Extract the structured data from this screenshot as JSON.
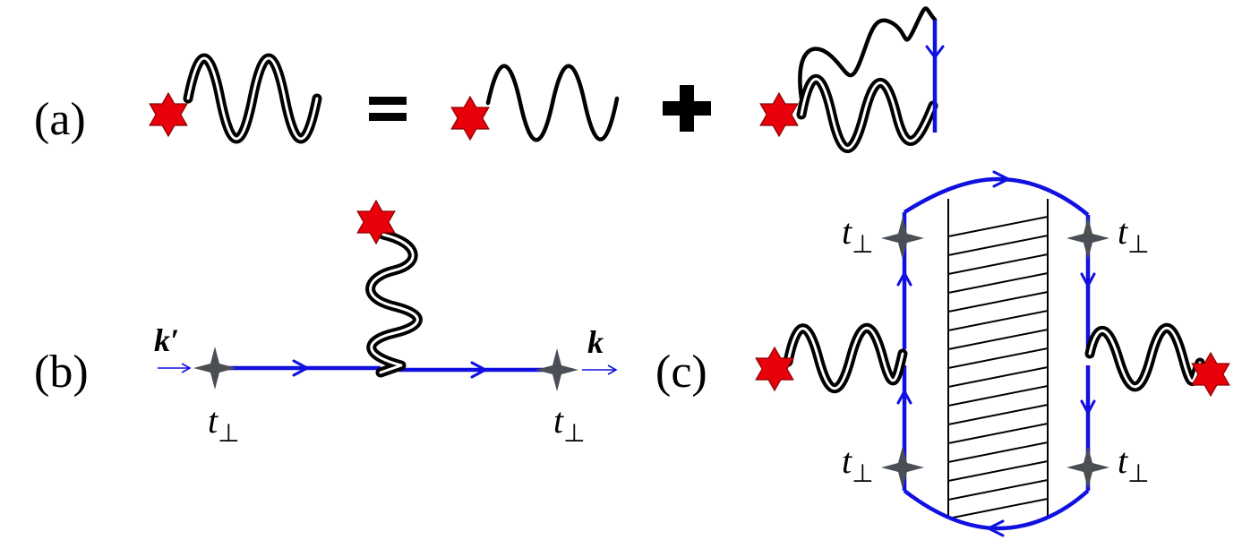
{
  "panels": {
    "a": {
      "label": "(a)",
      "equals": "=",
      "plus": "+"
    },
    "b": {
      "label": "(b)",
      "momentum_in": "k′",
      "momentum_out": "k",
      "vertex_left": "t",
      "vertex_right": "t",
      "subscript": "⊥"
    },
    "c": {
      "label": "(c)",
      "vertex_top_left": "t",
      "vertex_top_right": "t",
      "vertex_bottom_left": "t",
      "vertex_bottom_right": "t",
      "subscript": "⊥"
    }
  },
  "colors": {
    "fermion_line": "#1010e0",
    "source_star": "#e8000a",
    "vertex_star": "#4a4f55",
    "boson_line": "#000000"
  },
  "icons": {
    "source": "red-six-pointed-star-icon",
    "vertex": "gray-four-pointed-star-icon"
  }
}
